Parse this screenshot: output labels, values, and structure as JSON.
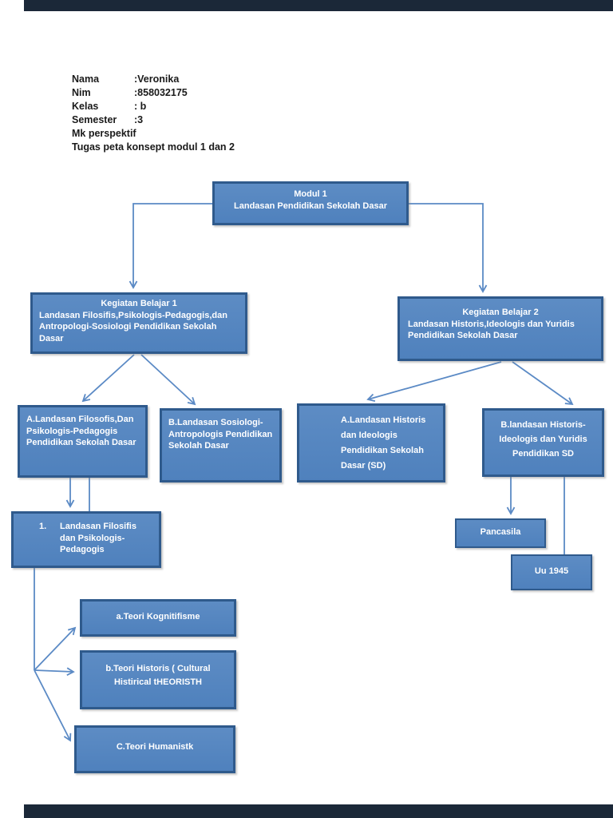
{
  "page": {
    "background": "#ffffff",
    "top_bar_color": "#1b2838",
    "bottom_bar_color": "#1b2838"
  },
  "colors": {
    "box_fill": "#4f81bd",
    "box_border": "#2f5a8c",
    "connector": "#5b8ac5",
    "box_text": "#ffffff",
    "header_text": "#1a1a1a"
  },
  "header": {
    "fields": [
      {
        "label": "Nama",
        "value": ":Veronika"
      },
      {
        "label": "Nim",
        "value": ":858032175"
      },
      {
        "label": "Kelas",
        "value": ": b"
      },
      {
        "label": "Semester",
        "value": ":3"
      }
    ],
    "line5": "Mk perspektif",
    "line6": "Tugas peta konsept modul 1 dan 2"
  },
  "diagram": {
    "nodes": {
      "modul1": {
        "title": "Modul 1",
        "body": "Landasan Pendidikan Sekolah Dasar"
      },
      "kb1": {
        "title": "Kegiatan Belajar 1",
        "body": "Landasan Filosifis,Psikologis-Pedagogis,dan Antropologi-Sosiologi Pendidikan Sekolah Dasar"
      },
      "kb2": {
        "title": "Kegiatan Belajar 2",
        "body": "Landasan Historis,Ideologis dan Yuridis Pendidikan Sekolah Dasar"
      },
      "landasan_a": {
        "body": "A.Landasan Filosofis,Dan Psikologis-Pedagogis Pendidikan Sekolah Dasar"
      },
      "landasan_b": {
        "body": "B.Landasan Sosiologi-Antropologis Pendidikan Sekolah Dasar"
      },
      "historis_a": {
        "body": "A.Landasan Historis dan Ideologis Pendidikan Sekolah Dasar (SD)"
      },
      "historis_b": {
        "body": "B.landasan Historis-Ideologis dan Yuridis Pendidikan SD"
      },
      "filosifis1": {
        "number": "1.",
        "body": "Landasan Filosifis dan Psikologis-Pedagogis"
      },
      "pancasila": {
        "body": "Pancasila"
      },
      "uu1945": {
        "body": "Uu 1945"
      },
      "teori_a": {
        "body": "a.Teori Kognitifisme"
      },
      "teori_b": {
        "body": "b.Teori Historis ( Cultural Histirical tHEORISTH"
      },
      "teori_c": {
        "body": "C.Teori Humanistk"
      }
    }
  }
}
